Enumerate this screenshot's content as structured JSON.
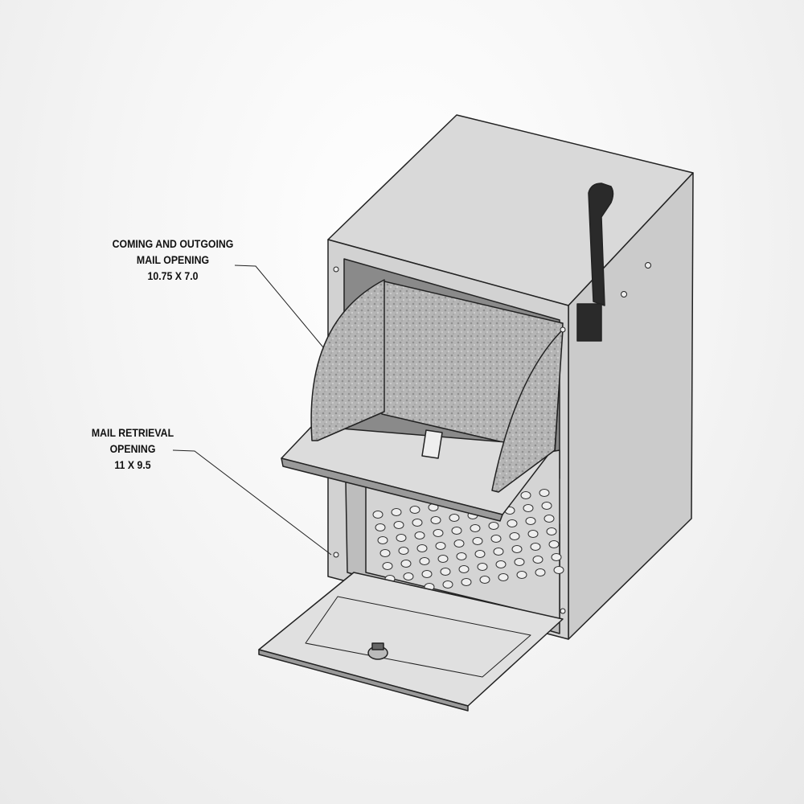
{
  "callouts": [
    {
      "lines": [
        "COMING AND OUTGOING",
        "MAIL OPENING",
        "10.75 X 7.0"
      ]
    },
    {
      "lines": [
        "MAIL RETRIEVAL",
        "OPENING",
        "11 X 9.5"
      ]
    }
  ],
  "colors": {
    "metal": "#d6d6d6",
    "side": "#c9c9c9",
    "panel": "#a9a9a9",
    "outline": "#222222",
    "flag": "#2a2a2a"
  }
}
